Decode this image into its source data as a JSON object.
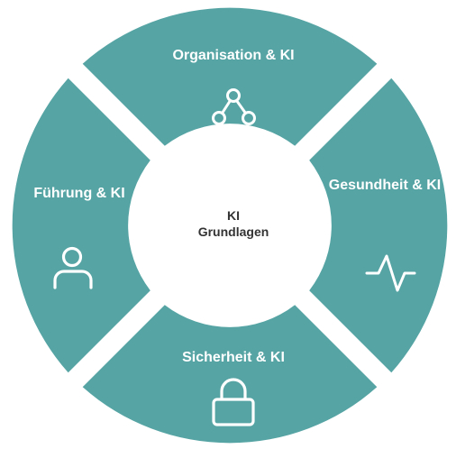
{
  "diagram": {
    "center": {
      "line1": "KI",
      "line2": "Grundlagen"
    },
    "segments": [
      {
        "id": "organisation",
        "label": "Organisation & KI",
        "icon": "network-icon"
      },
      {
        "id": "gesundheit",
        "label": "Gesundheit & KI",
        "icon": "pulse-icon"
      },
      {
        "id": "sicherheit",
        "label": "Sicherheit & KI",
        "icon": "lock-icon"
      },
      {
        "id": "fuehrung",
        "label": "Führung & KI",
        "icon": "person-icon"
      }
    ],
    "colors": {
      "segment": "#56a4a4",
      "background": "#ffffff",
      "center_text": "#333333",
      "label_text": "#ffffff"
    }
  }
}
